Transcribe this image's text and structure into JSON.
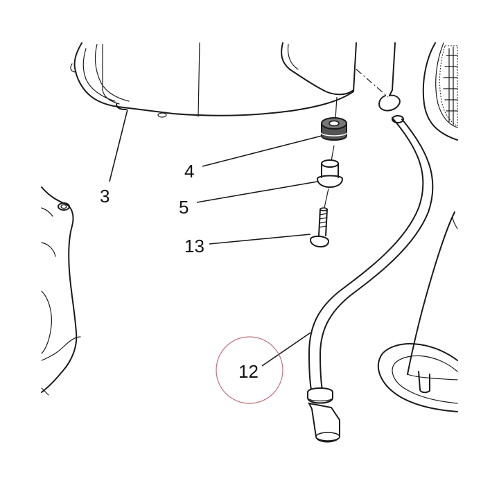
{
  "callouts": {
    "c3": "3",
    "c4": "4",
    "c5": "5",
    "c13": "13",
    "c12": "12"
  },
  "colors": {
    "ink": "#1a1a1a",
    "part_fill": "#ffffff",
    "grommet_fill": "#555555",
    "highlight_circle": "#c07080"
  }
}
